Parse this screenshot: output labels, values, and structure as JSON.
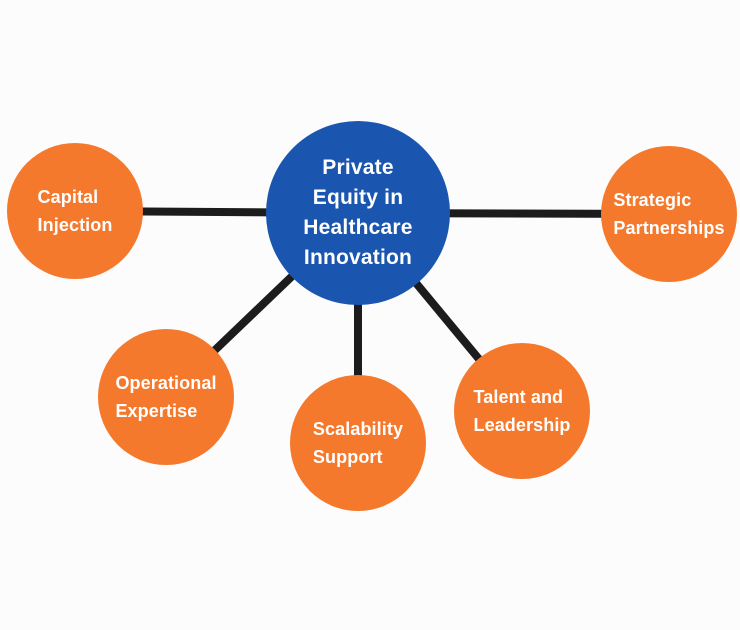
{
  "diagram": {
    "type": "hub-and-spoke",
    "title": "Private Equity in Healthcare Innovation",
    "center_node": {
      "label": "Private\nEquity in\nHealthcare\nInnovation",
      "color": "#1a55af",
      "text_color": "#ffffff"
    },
    "satellite_nodes": [
      {
        "label": "Capital\nInjection"
      },
      {
        "label": "Strategic\nPartnerships"
      },
      {
        "label": "Operational\nExpertise"
      },
      {
        "label": "Scalability\nSupport"
      },
      {
        "label": "Talent and\nLeadership"
      }
    ],
    "colors": {
      "satellite": "#f5792d",
      "connector": "#1c1c1c",
      "background": "#fcfcfc",
      "label_text": "#ffffff"
    }
  }
}
